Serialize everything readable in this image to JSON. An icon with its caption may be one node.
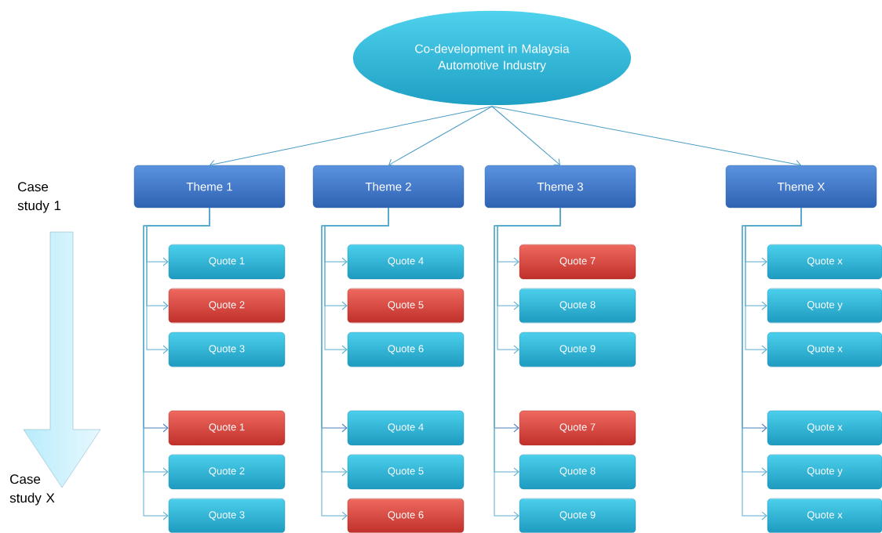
{
  "diagram": {
    "nodes": [
      {
        "text": [
          "Co-development in Malaysia Automotive Industry"
        ]
      },
      {
        "text": [
          "Theme 1"
        ]
      },
      {
        "text": [
          "Theme 2"
        ]
      },
      {
        "text": [
          "Theme 3"
        ]
      },
      {
        "text": [
          "Theme X"
        ]
      },
      {
        "text": [
          "Quote 1"
        ]
      },
      {
        "text": [
          "Quote 2"
        ]
      },
      {
        "text": [
          "Quote 3"
        ]
      },
      {
        "text": [
          "Quote 1"
        ]
      },
      {
        "text": [
          "Quote 2"
        ]
      },
      {
        "text": [
          "Quote 3"
        ]
      },
      {
        "text": [
          "Quote 4"
        ]
      },
      {
        "text": [
          "Quote 5"
        ]
      },
      {
        "text": [
          "Quote 6"
        ]
      },
      {
        "text": [
          "Quote 4"
        ]
      },
      {
        "text": [
          "Quote 5"
        ]
      },
      {
        "text": [
          "Quote 6"
        ]
      },
      {
        "text": [
          "Quote 7"
        ]
      },
      {
        "text": [
          "Quote 8"
        ]
      },
      {
        "text": [
          "Quote 9"
        ]
      },
      {
        "text": [
          "Quote 7"
        ]
      },
      {
        "text": [
          "Quote 8"
        ]
      },
      {
        "text": [
          "Quote 9"
        ]
      },
      {
        "text": [
          "Quote x"
        ]
      },
      {
        "text": [
          "Quote y"
        ]
      },
      {
        "text": [
          "Quote x"
        ]
      },
      {
        "text": [
          "Quote x"
        ]
      },
      {
        "text": [
          "Quote y"
        ]
      },
      {
        "text": [
          "Quote x"
        ]
      }
    ],
    "edges": [
      {
        "from": 0,
        "to": 1,
        "arrow": "to"
      },
      {
        "from": 0,
        "to": 2,
        "arrow": "to"
      },
      {
        "from": 0,
        "to": 3,
        "arrow": "to"
      },
      {
        "from": 0,
        "to": 4,
        "arrow": "to"
      },
      {
        "from": 1,
        "to": 5,
        "arrow": "to"
      },
      {
        "from": 1,
        "to": 6,
        "arrow": "to"
      },
      {
        "from": 1,
        "to": 7,
        "arrow": "to"
      },
      {
        "from": 1,
        "to": 8,
        "arrow": "to"
      },
      {
        "from": 1,
        "to": 9,
        "arrow": "to"
      },
      {
        "from": 1,
        "to": 10,
        "arrow": "to"
      },
      {
        "from": 2,
        "to": 11,
        "arrow": "to"
      },
      {
        "from": 2,
        "to": 12,
        "arrow": "to"
      },
      {
        "from": 2,
        "to": 13,
        "arrow": "to"
      },
      {
        "from": 2,
        "to": 14,
        "arrow": "to"
      },
      {
        "from": 2,
        "to": 15,
        "arrow": "to"
      },
      {
        "from": 2,
        "to": 16,
        "arrow": "to"
      },
      {
        "from": 3,
        "to": 17,
        "arrow": "to"
      },
      {
        "from": 3,
        "to": 18,
        "arrow": "to"
      },
      {
        "from": 3,
        "to": 19,
        "arrow": "to"
      },
      {
        "from": 3,
        "to": 20,
        "arrow": "to"
      },
      {
        "from": 3,
        "to": 21,
        "arrow": "to"
      },
      {
        "from": 3,
        "to": 22,
        "arrow": "to"
      },
      {
        "from": 4,
        "to": 23,
        "arrow": "to"
      },
      {
        "from": 4,
        "to": 24,
        "arrow": "to"
      },
      {
        "from": 4,
        "to": 25,
        "arrow": "to"
      },
      {
        "from": 4,
        "to": 26,
        "arrow": "to"
      },
      {
        "from": 4,
        "to": 27,
        "arrow": "to"
      },
      {
        "from": 4,
        "to": 28,
        "arrow": "to"
      }
    ],
    "labels": [
      "Case study 1",
      "Case study X"
    ]
  }
}
